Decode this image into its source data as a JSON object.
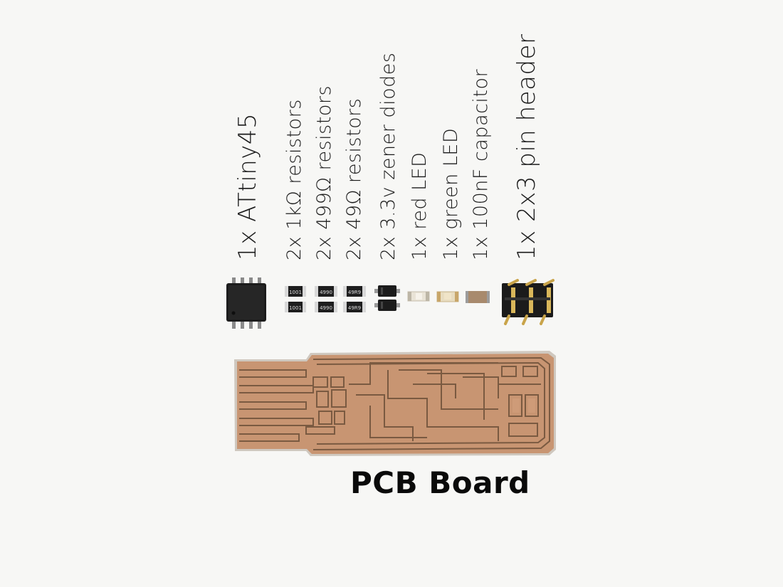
{
  "labels": {
    "attiny": "1x ATtiny45",
    "r1k": "2x 1kΩ resistors",
    "r499": "2x 499Ω resistors",
    "r49": "2x 49Ω resistors",
    "zener": "2x 3.3v zener diodes",
    "red_led": "1x red LED",
    "green_led": "1x green LED",
    "capacitor": "1x 100nF capacitor",
    "header": "1x 2x3 pin header"
  },
  "resistor_codes": {
    "r1k": "1001",
    "r499": "4990",
    "r49": "49R9"
  },
  "board_title": "PCB Board",
  "colors": {
    "background": "#f7f7f5",
    "copper": "#c89572",
    "trace_gap": "#7a5a41",
    "text": "#1a1a1a"
  }
}
